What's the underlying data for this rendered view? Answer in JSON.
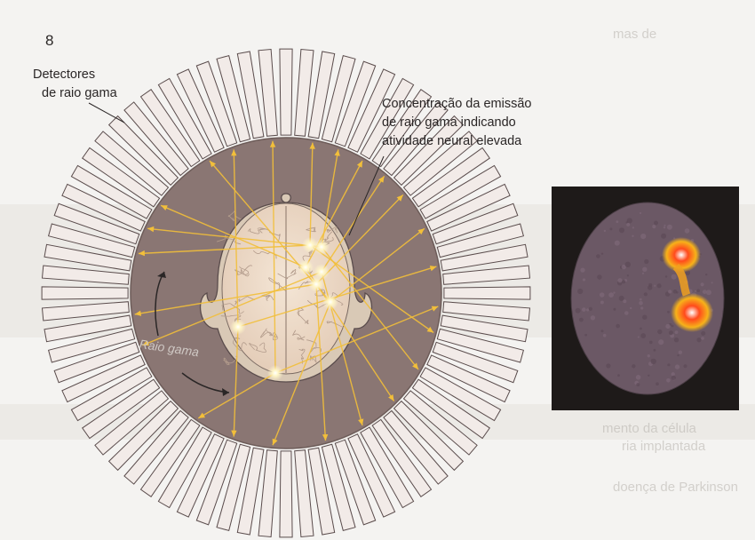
{
  "figure": {
    "number": "8",
    "labels": {
      "detectors_line1": "Detectores",
      "detectors_line2": "de raio gama",
      "concentration_line1": "Concentração da emissão",
      "concentration_line2": "de raio gama indicando",
      "concentration_line3": "atividade neural elevada",
      "gamma_ray": "Raio gama"
    },
    "detector_count": 72
  },
  "bleed_through": [
    "mento da célula",
    "ria implantada",
    "doença de Parkinson",
    "mas de"
  ],
  "colors": {
    "background": "#f4f3f1",
    "detector_fill": "#f2ebe8",
    "detector_stroke": "#5a4c4c",
    "ring": "#8a7673",
    "head": "#d9c9b6",
    "brain": "#f1dfcb",
    "ray": "#f2bf3a",
    "pet_background": "#1e1a19",
    "pet_tissue": "#6b5865",
    "pet_hotspot": "#ff3b1a"
  }
}
